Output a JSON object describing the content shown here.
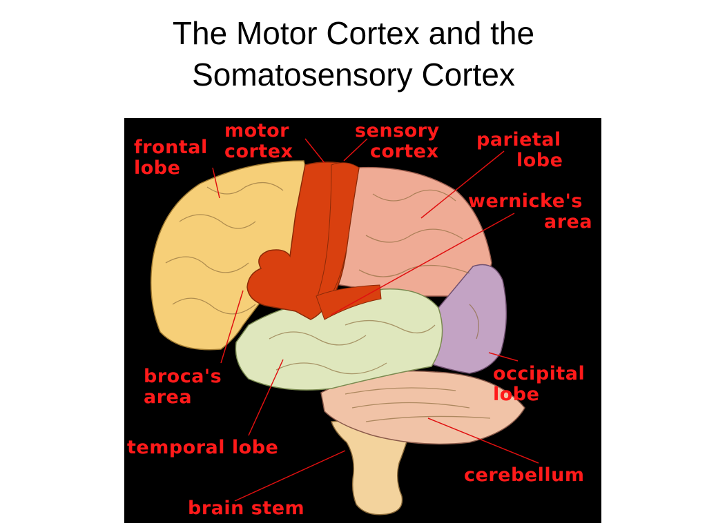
{
  "slide": {
    "title_line1": "The Motor Cortex and the",
    "title_line2": "Somatosensory Cortex"
  },
  "diagram": {
    "background_color": "#000000",
    "label_color": "#ff1a1a",
    "colors": {
      "frontal_lobe": "#f6cf78",
      "motor_cortex": "#d9400f",
      "parietal_lobe": "#efab95",
      "temporal_lobe": "#dfe7bd",
      "occipital_lobe": "#c3a3c4",
      "cerebellum": "#f1c3a7",
      "brain_stem": "#f3d39d"
    },
    "labels": {
      "frontal_lobe": [
        "frontal",
        "lobe"
      ],
      "motor_cortex": [
        "motor",
        "cortex"
      ],
      "sensory_cortex": [
        "sensory",
        "cortex"
      ],
      "parietal_lobe": [
        "parietal",
        "lobe"
      ],
      "wernickes_area": [
        "wernicke's",
        "area"
      ],
      "brocas_area": [
        "broca's",
        "area"
      ],
      "temporal_lobe": [
        "temporal lobe"
      ],
      "occipital_lobe": [
        "occipital",
        "lobe"
      ],
      "cerebellum": [
        "cerebellum"
      ],
      "brain_stem": [
        "brain stem"
      ]
    }
  }
}
